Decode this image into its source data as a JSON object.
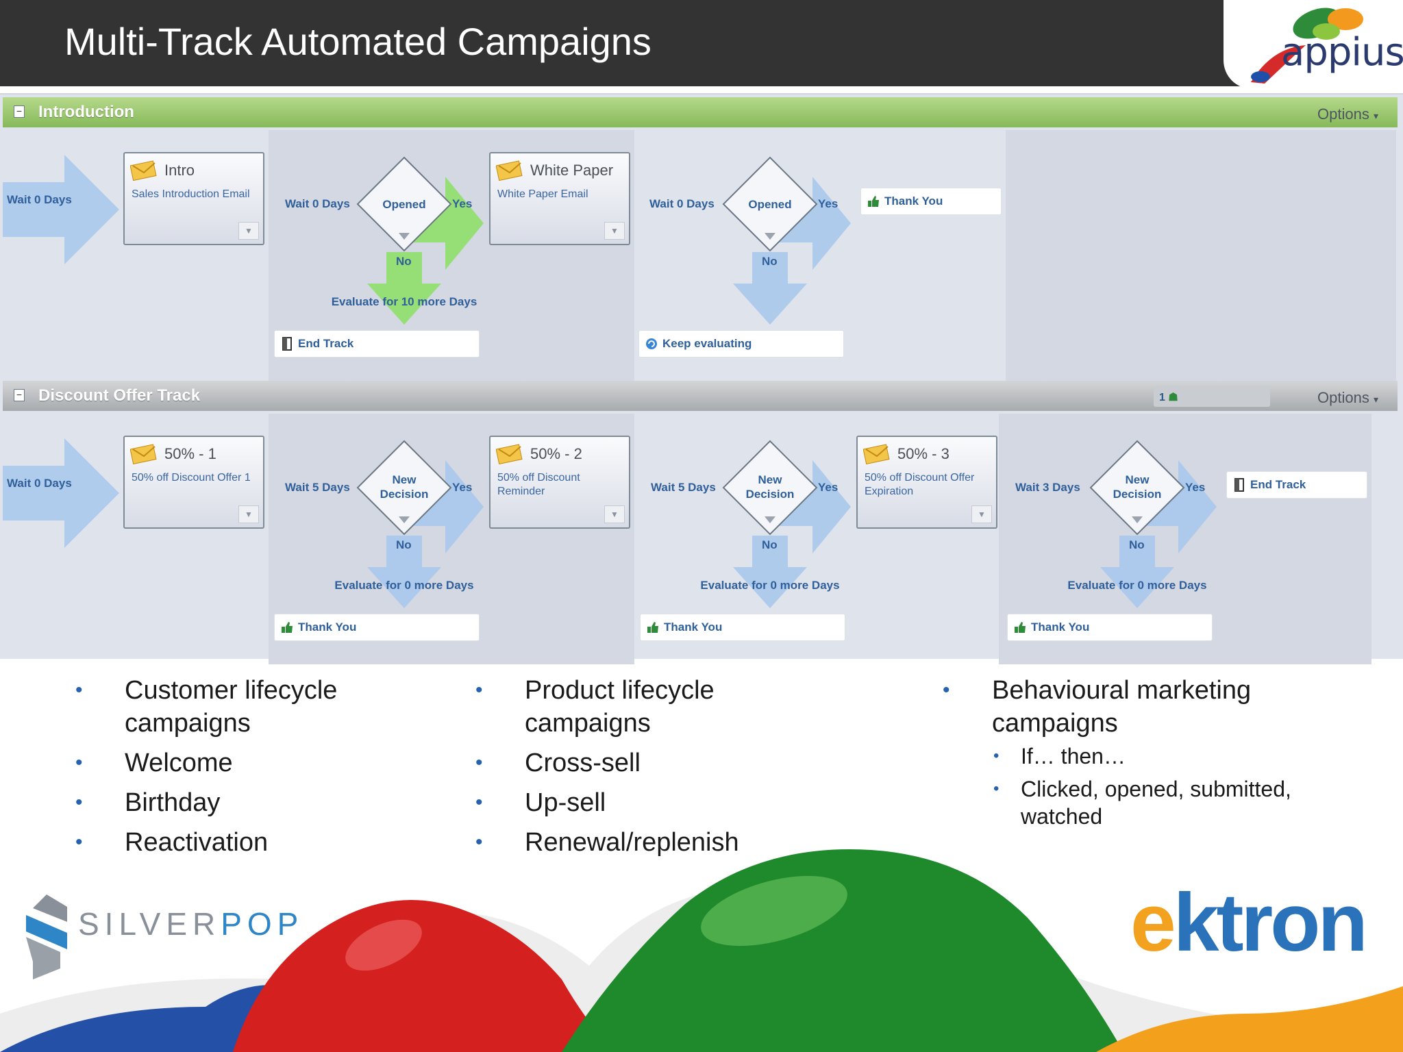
{
  "slide": {
    "title": "Multi-Track Automated Campaigns",
    "logo_text": "appius"
  },
  "workflow": {
    "options_label": "Options",
    "intro": {
      "title": "Introduction",
      "wait_start": "Wait 0 Days",
      "card_intro": {
        "title": "Intro",
        "subtitle": "Sales Introduction Email"
      },
      "wait_1": "Wait 0 Days",
      "decision_1": "Opened",
      "yes_1": "Yes",
      "no_1": "No",
      "eval_1": "Evaluate for 10 more Days",
      "end_track": "End Track",
      "card_whitepaper": {
        "title": "White Paper",
        "subtitle": "White Paper Email"
      },
      "wait_2": "Wait 0 Days",
      "decision_2": "Opened",
      "yes_2": "Yes",
      "no_2": "No",
      "thank_you": "Thank You",
      "keep_evaluating": "Keep evaluating"
    },
    "discount": {
      "title": "Discount Offer Track",
      "badge_count": "1",
      "wait_start": "Wait 0 Days",
      "card_1": {
        "title": "50% - 1",
        "subtitle": "50% off Discount Offer 1"
      },
      "wait_1": "Wait 5 Days",
      "decision_1": "New Decision",
      "yes_1": "Yes",
      "no_1": "No",
      "eval_1": "Evaluate for 0 more Days",
      "thank_you_1": "Thank You",
      "card_2": {
        "title": "50% - 2",
        "subtitle": "50% off Discount Reminder"
      },
      "wait_2": "Wait 5 Days",
      "decision_2": "New Decision",
      "yes_2": "Yes",
      "no_2": "No",
      "eval_2": "Evaluate for 0 more Days",
      "thank_you_2": "Thank You",
      "card_3": {
        "title": "50% - 3",
        "subtitle": "50% off Discount Offer Expiration"
      },
      "wait_3": "Wait 3 Days",
      "decision_3": "New Decision",
      "yes_3": "Yes",
      "no_3": "No",
      "eval_3": "Evaluate for 0 more Days",
      "thank_you_3": "Thank You",
      "end_track": "End Track"
    }
  },
  "bullets": {
    "col1": [
      "Customer lifecycle campaigns",
      "Welcome",
      "Birthday",
      "Reactivation"
    ],
    "col2": [
      "Product lifecycle campaigns",
      "Cross-sell",
      "Up-sell",
      "Renewal/replenish"
    ],
    "col3": {
      "main": "Behavioural marketing campaigns",
      "sub": [
        "If… then…",
        "Clicked, opened, submitted, watched"
      ]
    }
  },
  "footer": {
    "silverpop_a": "SILVER",
    "silverpop_b": "POP",
    "ektron_a": "e",
    "ektron_b": "ktron"
  },
  "colors": {
    "title_bar": "#333333",
    "intro_header": "#9bc86e",
    "discount_header": "#b7babd",
    "flow_text": "#2f5f9a",
    "bullet": "#2563b0"
  }
}
